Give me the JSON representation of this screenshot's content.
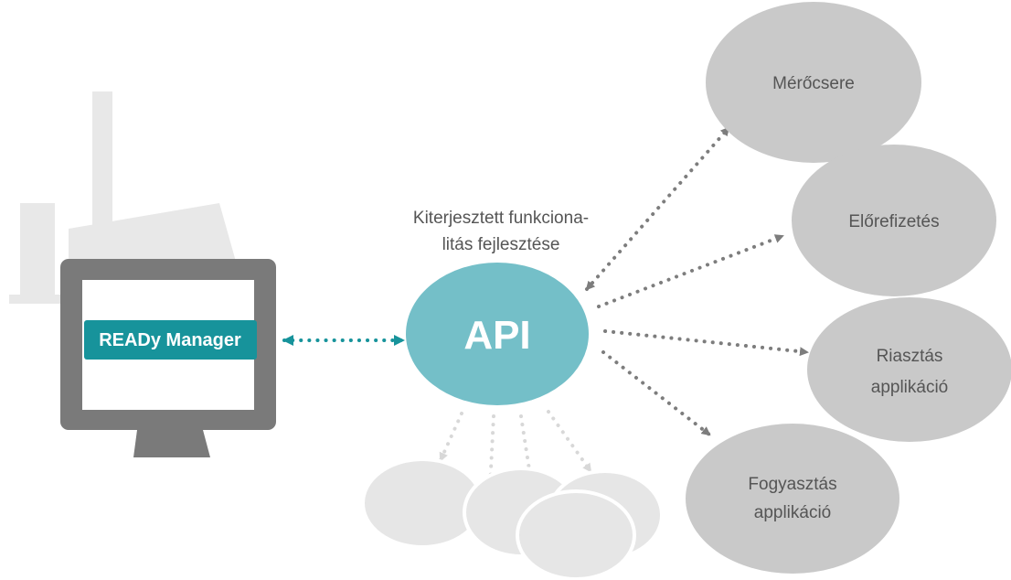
{
  "manager": {
    "label": "READy Manager"
  },
  "api": {
    "label": "API",
    "caption_line1": "Kiterjesztett funkciona-",
    "caption_line2": "litás fejlesztése"
  },
  "modules": [
    {
      "label_line1": "Mérőcsere",
      "label_line2": ""
    },
    {
      "label_line1": "Előrefizetés",
      "label_line2": ""
    },
    {
      "label_line1": "Riasztás",
      "label_line2": "applikáció"
    },
    {
      "label_line1": "Fogyasztás",
      "label_line2": "applikáció"
    }
  ],
  "colors": {
    "teal": "#74bfc8",
    "teal_dark": "#17939b",
    "monitor": "#7a7a7a",
    "factory": "#e8e8e8",
    "module": "#c9c9c9",
    "future_module": "#e6e6e6",
    "arrow": "#7d7d7d",
    "future_arrow": "#d8d8d8"
  }
}
